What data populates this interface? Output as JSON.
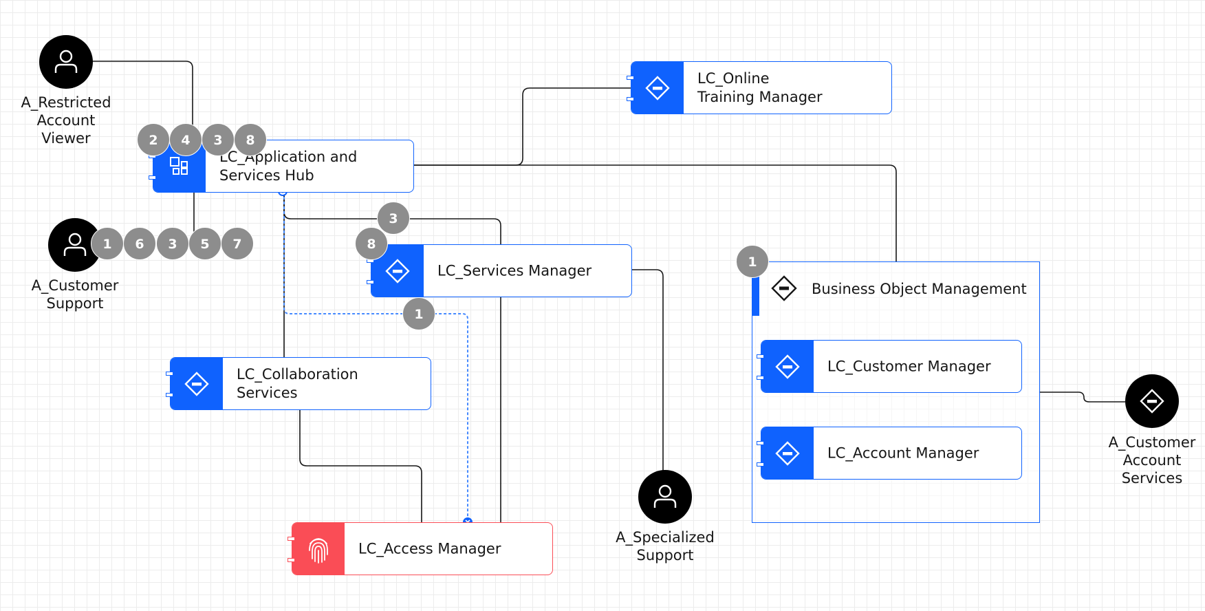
{
  "colors": {
    "primary": "#0f62fe",
    "danger": "#fa4d56",
    "actor": "#000000",
    "badge": "#8d8d8d",
    "wire": "#161616",
    "selected_wire": "#4589ff"
  },
  "actors": {
    "restricted_viewer": {
      "label": "A_Restricted\nAccount\nViewer",
      "icon": "person-icon"
    },
    "customer_support": {
      "label": "A_Customer\nSupport",
      "icon": "person-icon"
    },
    "specialized_support": {
      "label": "A_Specialized\nSupport",
      "icon": "person-icon"
    },
    "customer_account_services": {
      "label": "A_Customer\nAccount\nServices",
      "icon": "diamond-minus-icon"
    }
  },
  "components": {
    "app_hub": {
      "label": "LC_Application and Services Hub",
      "icon": "apps-grid-icon"
    },
    "online_training": {
      "label": "LC_Online Training Manager",
      "icon": "diamond-minus-icon"
    },
    "services_manager": {
      "label": "LC_Services Manager",
      "icon": "diamond-minus-icon"
    },
    "collaboration": {
      "label": "LC_Collaboration Services",
      "icon": "diamond-minus-icon"
    },
    "access_manager": {
      "label": "LC_Access Manager",
      "icon": "fingerprint-icon"
    },
    "customer_manager": {
      "label": "LC_Customer Manager",
      "icon": "diamond-minus-icon"
    },
    "account_manager": {
      "label": "LC_Account Manager",
      "icon": "diamond-minus-icon"
    }
  },
  "group": {
    "label": "Business Object Management",
    "icon": "diamond-minus-icon",
    "badge": "1"
  },
  "badges": {
    "hub": [
      "2",
      "4",
      "3",
      "8"
    ],
    "customer_support": [
      "1",
      "6",
      "3",
      "5",
      "7"
    ],
    "services_line": "3",
    "services_manager": "8",
    "selected_line": "1"
  }
}
